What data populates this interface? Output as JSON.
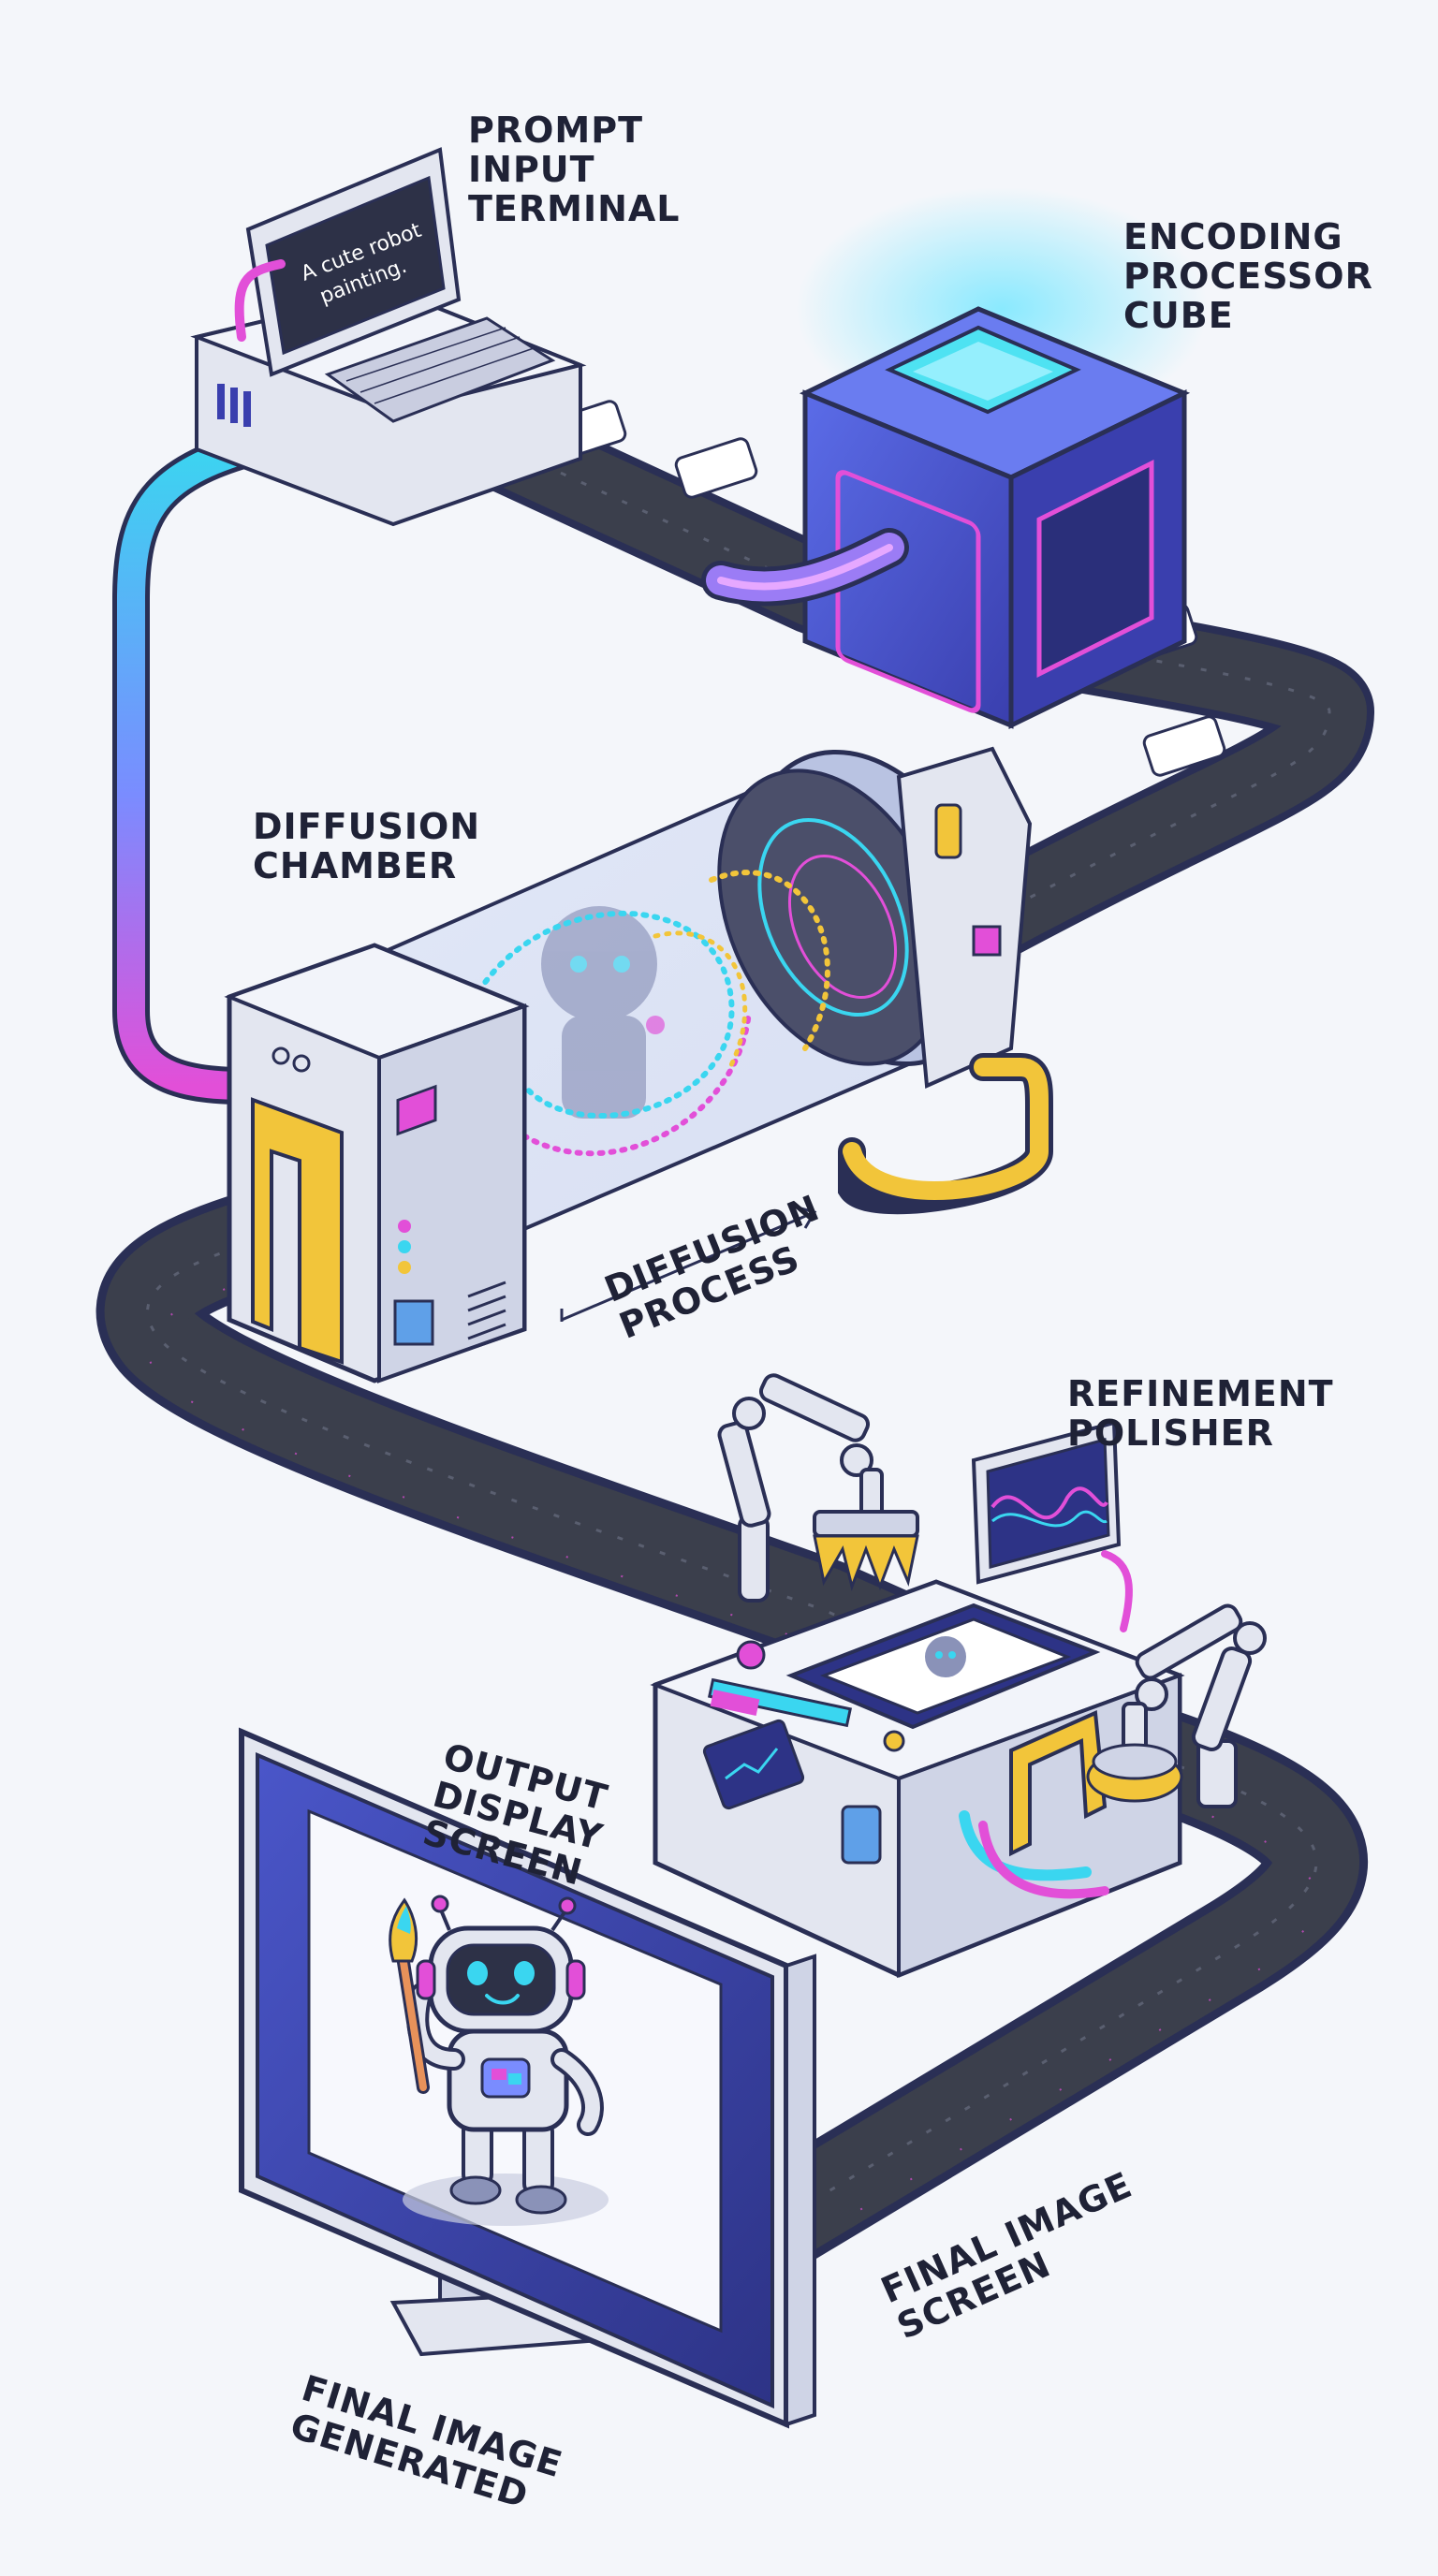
{
  "labels": {
    "prompt_input_terminal": [
      "PROMPT",
      "INPUT",
      "TERMINAL"
    ],
    "encoding_processor_cube": [
      "ENCODING",
      "PROCESSOR",
      "CUBE"
    ],
    "diffusion_chamber": [
      "DIFFUSION",
      "CHAMBER"
    ],
    "diffusion_process": [
      "DIFFUSION",
      "PROCESS"
    ],
    "refinement_polisher": [
      "REFINEMENT",
      "POLISHER"
    ],
    "output_display_screen": [
      "OUTPUT",
      "DISPLAY",
      "SCREEN"
    ],
    "final_image_screen": [
      "FINAL IMAGE",
      "SCREEN"
    ],
    "final_image_generated": [
      "FINAL IMAGE",
      "GENERATED"
    ]
  },
  "terminal_screen_text": [
    "A cute robot",
    "painting."
  ],
  "colors": {
    "background": "#f4f6fa",
    "outline": "#2a2f55",
    "belt": "#3b3f4c",
    "cyan": "#3ad6f0",
    "magenta": "#e24fd8",
    "yellow": "#f2c53a",
    "cube_blue": "#4a5bd6",
    "machine_body": "#e3e6f0"
  }
}
